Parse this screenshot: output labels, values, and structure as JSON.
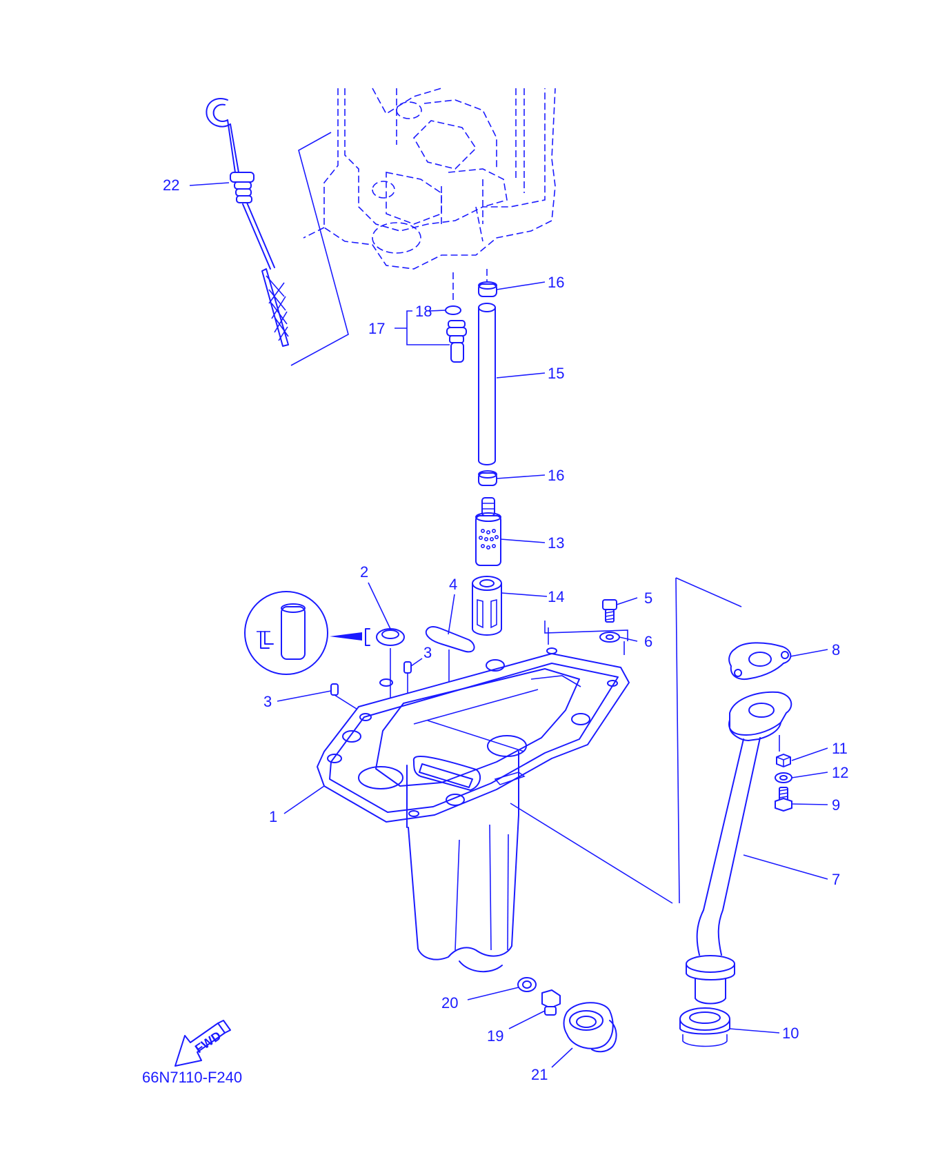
{
  "diagram": {
    "code": "66N7110-F240",
    "fwd_label": "FWD",
    "colors": {
      "ink": "#1a1aff",
      "background": "#ffffff"
    }
  },
  "callouts": {
    "c1": "1",
    "c2": "2",
    "c3a": "3",
    "c3b": "3",
    "c4": "4",
    "c5": "5",
    "c6": "6",
    "c7": "7",
    "c8": "8",
    "c9": "9",
    "c10": "10",
    "c11": "11",
    "c12": "12",
    "c13": "13",
    "c14": "14",
    "c15": "15",
    "c16a": "16",
    "c16b": "16",
    "c17": "17",
    "c18": "18",
    "c19": "19",
    "c20": "20",
    "c21": "21",
    "c22": "22"
  }
}
